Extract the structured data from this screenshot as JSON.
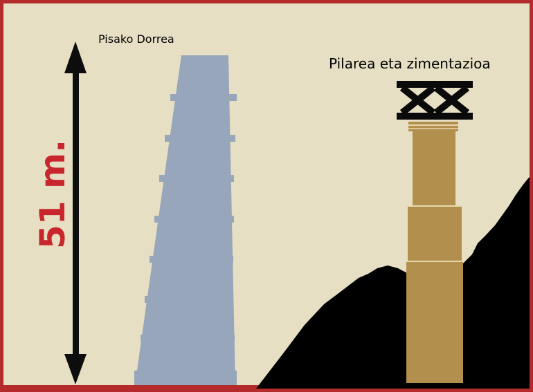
{
  "title_tower": "Pisako Dorrea",
  "title_pillar": "Pilarea eta zimentazioa",
  "height_label": "51 m.",
  "colors": {
    "background": "#e6dfc3",
    "border": "#c43a3a",
    "arrow": "#0d0d0d",
    "height_label": "#c8262c",
    "tower": "#97a6bb",
    "pillar": "#b38f4e",
    "pillar_lines": "#e9d9b1",
    "terrain": "#000000",
    "truss": "#0a0a0a"
  }
}
